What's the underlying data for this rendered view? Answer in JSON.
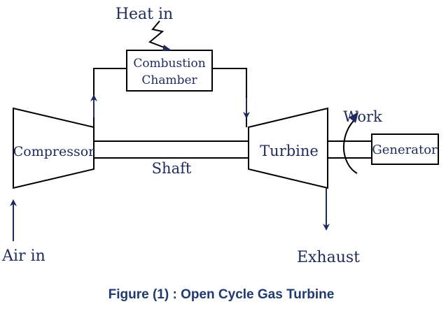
{
  "diagram": {
    "labels": {
      "heat_in": "Heat in",
      "combustion_line1": "Combustion",
      "combustion_line2": "Chamber",
      "compressor": "Compressor",
      "turbine": "Turbine",
      "shaft": "Shaft",
      "work": "Work",
      "generator": "Generator",
      "air_in": "Air in",
      "exhaust": "Exhaust"
    },
    "caption": "Figure (1) : Open Cycle Gas Turbine",
    "colors": {
      "stroke": "#000000",
      "label": "#1f2a5c",
      "arrow": "#1f2a5c",
      "caption": "#1f3a6e"
    }
  }
}
